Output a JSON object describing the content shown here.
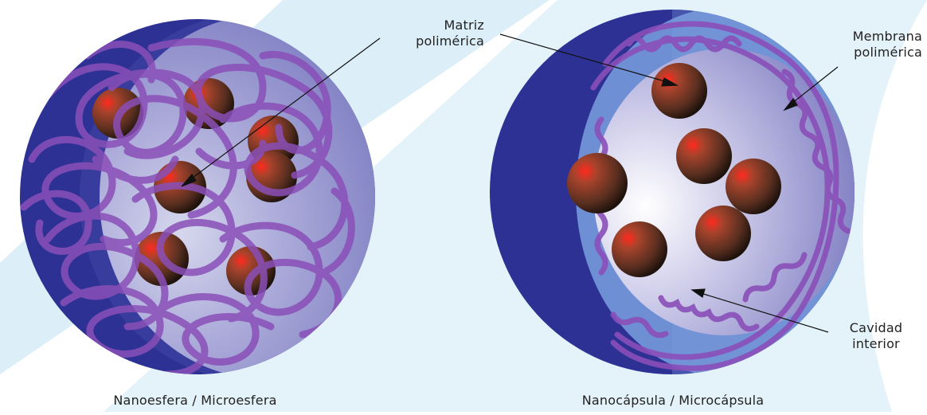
{
  "labels": {
    "matriz_line1": "Matriz",
    "matriz_line2": "polimérica",
    "membrana_line1": "Membrana",
    "membrana_line2": "polimérica",
    "cavidad_line1": "Cavidad",
    "cavidad_line2": "interior",
    "caption_left": "Nanoesfera / Microesfera",
    "caption_right": "Nanocápsula / Microcápsula"
  },
  "colors": {
    "background": "#ffffff",
    "background_stripe": "#dceef8",
    "sphere_outer": "#2c3193",
    "sphere_shell_light": "#6f8fd4",
    "polymer_strand": "#8a4fb8",
    "particle_core": "#ff2a1f",
    "particle_body": "#4a2a1c"
  }
}
